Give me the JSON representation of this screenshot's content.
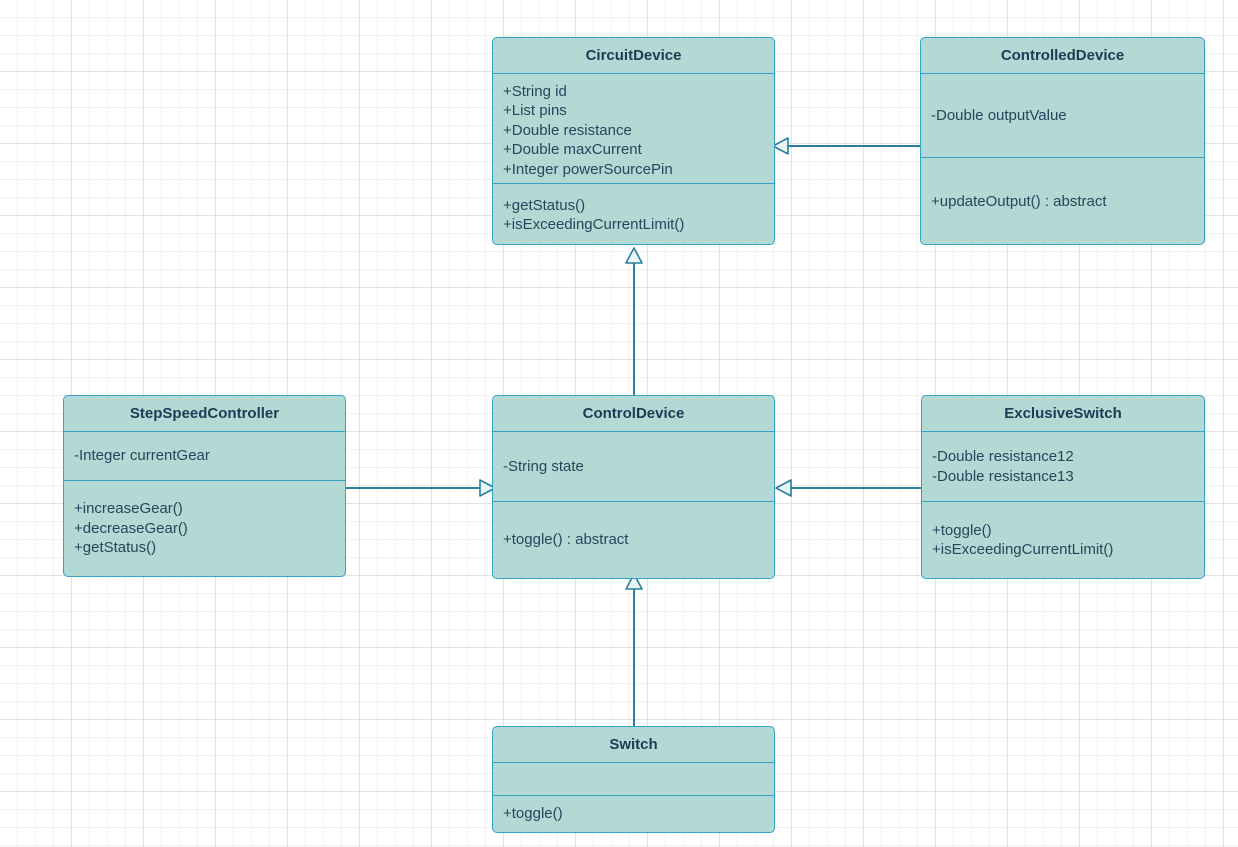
{
  "diagram": {
    "type": "uml-class-diagram",
    "background": "grid-paper",
    "colors": {
      "box_fill": "#b3d9d5",
      "box_border": "#34a2c4",
      "title_text": "#1d3b54",
      "member_text": "#23475c",
      "edge": "#2b7f9e",
      "grid_minor": "#f2f2f3",
      "grid_major": "#e2e2e4",
      "canvas": "#ffffff"
    },
    "classes": [
      {
        "id": "circuit-device",
        "name": "CircuitDevice",
        "attributes": [
          "+String id",
          "+List pins",
          "+Double resistance",
          "+Double maxCurrent",
          "+Integer powerSourcePin"
        ],
        "methods": [
          "+getStatus()",
          "+isExceedingCurrentLimit()"
        ]
      },
      {
        "id": "controlled-device",
        "name": "ControlledDevice",
        "attributes": [
          "-Double outputValue"
        ],
        "methods": [
          "+updateOutput() : abstract"
        ]
      },
      {
        "id": "step-speed-controller",
        "name": "StepSpeedController",
        "attributes": [
          "-Integer currentGear"
        ],
        "methods": [
          "+increaseGear()",
          "+decreaseGear()",
          "+getStatus()"
        ]
      },
      {
        "id": "control-device",
        "name": "ControlDevice",
        "attributes": [
          "-String state"
        ],
        "methods": [
          "+toggle() : abstract"
        ]
      },
      {
        "id": "exclusive-switch",
        "name": "ExclusiveSwitch",
        "attributes": [
          "-Double resistance12",
          "-Double resistance13"
        ],
        "methods": [
          "+toggle()",
          "+isExceedingCurrentLimit()"
        ]
      },
      {
        "id": "switch",
        "name": "Switch",
        "attributes": [],
        "methods": [
          "+toggle()"
        ]
      }
    ],
    "relationships": [
      {
        "id": "rel-1",
        "kind": "generalization",
        "from": "ControlDevice",
        "to": "CircuitDevice",
        "direction": "up"
      },
      {
        "id": "rel-2",
        "kind": "generalization",
        "from": "ControlledDevice",
        "to": "CircuitDevice",
        "direction": "left"
      },
      {
        "id": "rel-3",
        "kind": "generalization",
        "from": "StepSpeedController",
        "to": "ControlDevice",
        "direction": "right"
      },
      {
        "id": "rel-4",
        "kind": "generalization",
        "from": "ExclusiveSwitch",
        "to": "ControlDevice",
        "direction": "left"
      },
      {
        "id": "rel-5",
        "kind": "generalization",
        "from": "Switch",
        "to": "ControlDevice",
        "direction": "up"
      }
    ]
  }
}
